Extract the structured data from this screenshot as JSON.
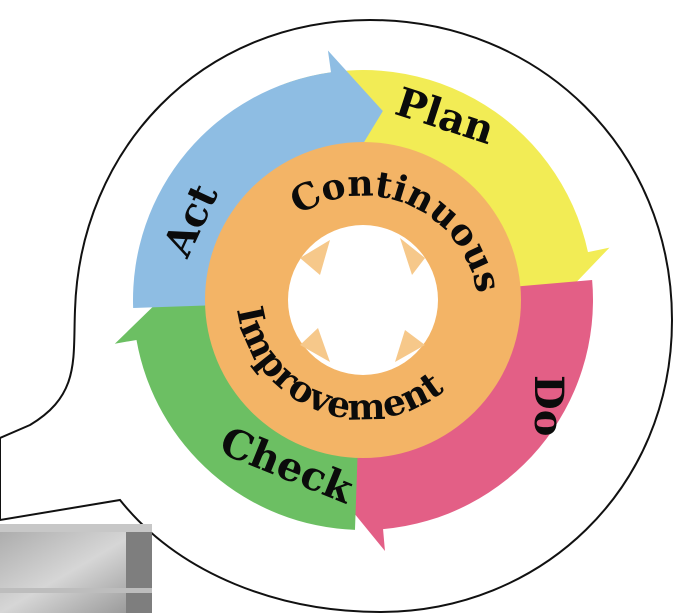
{
  "diagram": {
    "title": "",
    "stages": [
      {
        "id": "plan",
        "label": "Plan",
        "color": "#f2ec55"
      },
      {
        "id": "do",
        "label": "Do",
        "color": "#e35f86"
      },
      {
        "id": "check",
        "label": "Check",
        "color": "#6cbf63"
      },
      {
        "id": "act",
        "label": "Act",
        "color": "#8ebde3"
      }
    ],
    "center": {
      "line1": "Continuous",
      "line2": "Improvement",
      "ring_color": "#f3b466"
    },
    "bubble": {
      "outline_color": "#111111",
      "fill": "#ffffff"
    },
    "photo_corner": {
      "shows": "concrete wall"
    }
  }
}
